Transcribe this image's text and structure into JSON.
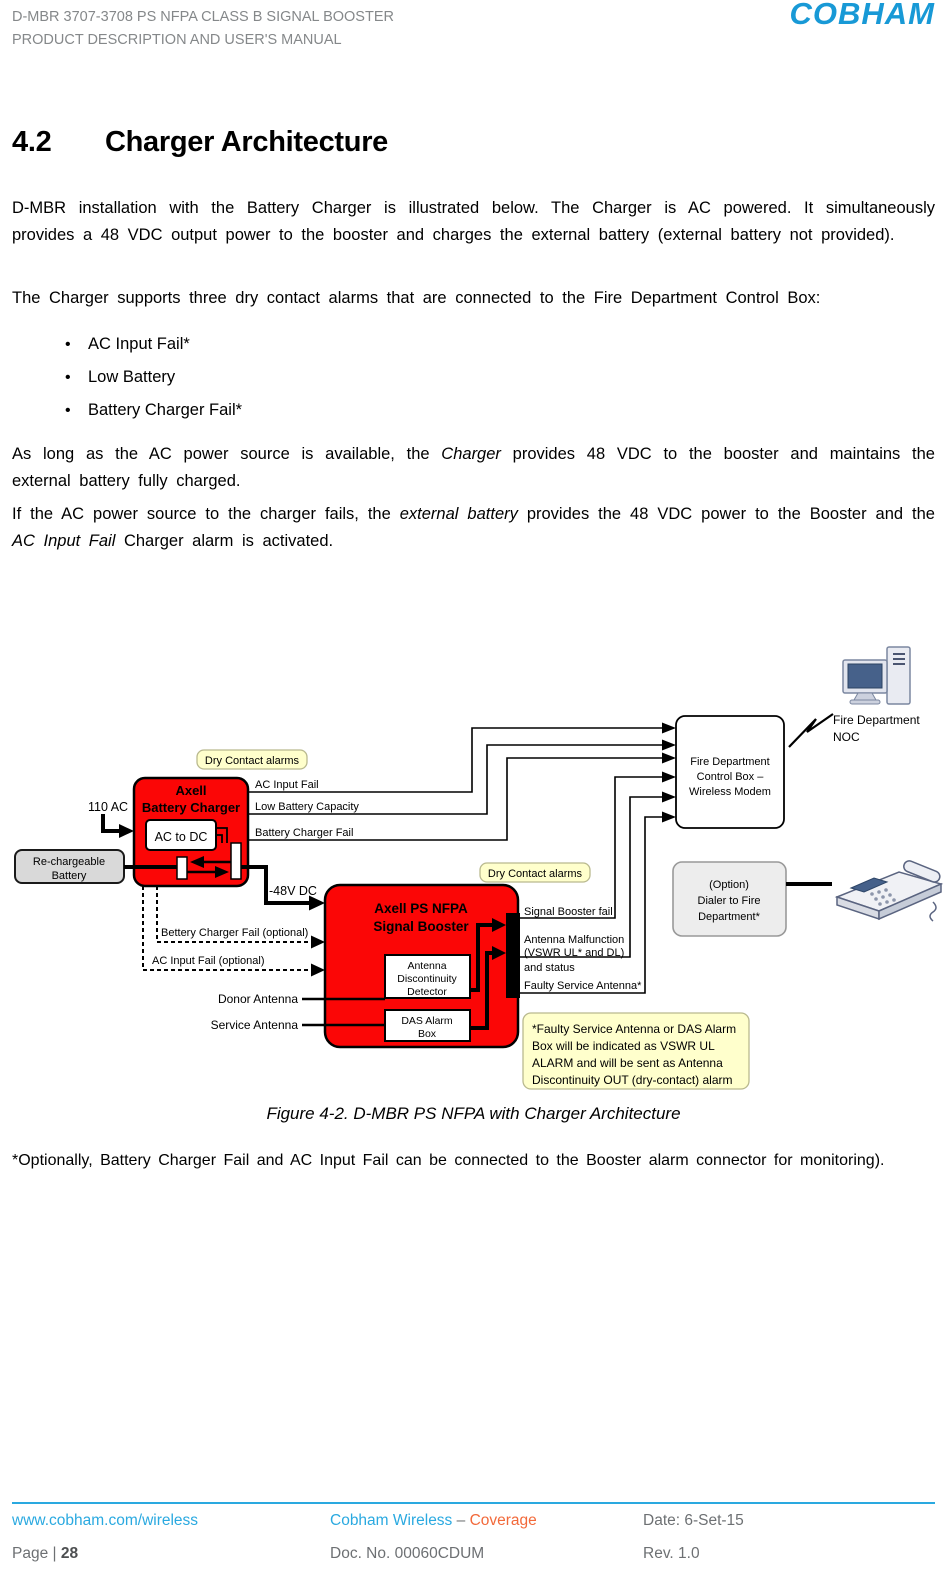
{
  "page": {
    "header": {
      "title_line1": "D-MBR 3707-3708 PS NFPA CLASS B SIGNAL BOOSTER",
      "title_line2": "PRODUCT DESCRIPTION AND USER'S MANUAL",
      "logo_text": "COBHAM"
    },
    "section": {
      "number": "4.2",
      "title": "Charger Architecture"
    },
    "body": {
      "p1": "D-MBR installation with the Battery Charger is illustrated below. The Charger is AC powered. It simultaneously provides a 48 VDC output power to the booster and charges the external battery (external battery not provided).",
      "p2": "The Charger supports three dry contact alarms that are connected to the Fire Department Control Box:",
      "bullets": [
        "AC Input Fail*",
        "Low Battery",
        "Battery Charger Fail*"
      ],
      "p3_pre": "As long as the AC power source is available, the ",
      "p3_italic": "Charger",
      "p3_post": " provides 48 VDC to the booster and maintains the external battery fully charged.",
      "p4_pre": "If the AC power source to the charger fails, the ",
      "p4_italic1": "external battery",
      "p4_mid": " provides the 48 VDC power to the Booster and the ",
      "p4_italic2": "AC Input Fail",
      "p4_post": " Charger alarm is activated.",
      "figure_caption": "Figure 4-2. D-MBR PS NFPA with Charger Architecture",
      "footnote": "*Optionally, Battery Charger Fail and AC Input Fail can be connected to the Booster alarm connector for monitoring)."
    },
    "diagram": {
      "dry_contact_alarms_1": "Dry Contact alarms",
      "dry_contact_alarms_2": "Dry Contact alarms",
      "input_110ac": "110 AC",
      "charger_name_1": "Axell",
      "charger_name_2": "Battery Charger",
      "ac_to_dc": "AC to DC",
      "battery_1": "Re-chargeable",
      "battery_2": "Battery",
      "charger_alarm_1": "AC Input Fail",
      "charger_alarm_2": "Low Battery Capacity",
      "charger_alarm_3": "Battery Charger Fail",
      "dc_out": "-48V DC",
      "optional_alarm_1": "Bettery Charger Fail (optional)",
      "optional_alarm_2": "AC Input Fail (optional)",
      "booster_name_1": "Axell PS NFPA",
      "booster_name_2": "Signal Booster",
      "detector_1": "Antenna",
      "detector_2": "Discontinuity",
      "detector_3": "Detector",
      "das_1": "DAS Alarm",
      "das_2": "Box",
      "donor_antenna": "Donor Antenna",
      "service_antenna": "Service Antenna",
      "booster_alarm_1": "Signal Booster fail",
      "booster_alarm_2a": "Antenna Malfunction",
      "booster_alarm_2b": "(VSWR UL* and DL)",
      "booster_alarm_2c": "and status",
      "booster_alarm_3": "Faulty Service Antenna*",
      "control_box_1": "Fire Department",
      "control_box_2": "Control Box –",
      "control_box_3": "Wireless Modem",
      "noc_1": "Fire Department",
      "noc_2": "NOC",
      "option_1": "(Option)",
      "option_2": "Dialer to Fire",
      "option_3": "Department*",
      "note_1": "*Faulty Service Antenna or DAS Alarm",
      "note_2": "Box will be indicated as VSWR UL",
      "note_3": "ALARM and will be sent as Antenna",
      "note_4": "Discontinuity OUT (dry-contact) alarm"
    },
    "footer": {
      "website": "www.cobham.com/wireless",
      "company": "Cobham Wireless",
      "dash": "–",
      "division": "Coverage",
      "date": "Date: 6-Set-15",
      "doc_no": "Doc. No. 00060CDUM",
      "rev": "Rev. 1.0",
      "page_label": "Page | ",
      "page_number": "28"
    },
    "colors": {
      "logo_blue": "#1899d6",
      "accent_blue": "#2aa9e0",
      "accent_orange": "#f2693a",
      "diagram_red": "#fb0606",
      "note_yellow": "#ffffcc",
      "header_gray": "#85888a"
    }
  }
}
